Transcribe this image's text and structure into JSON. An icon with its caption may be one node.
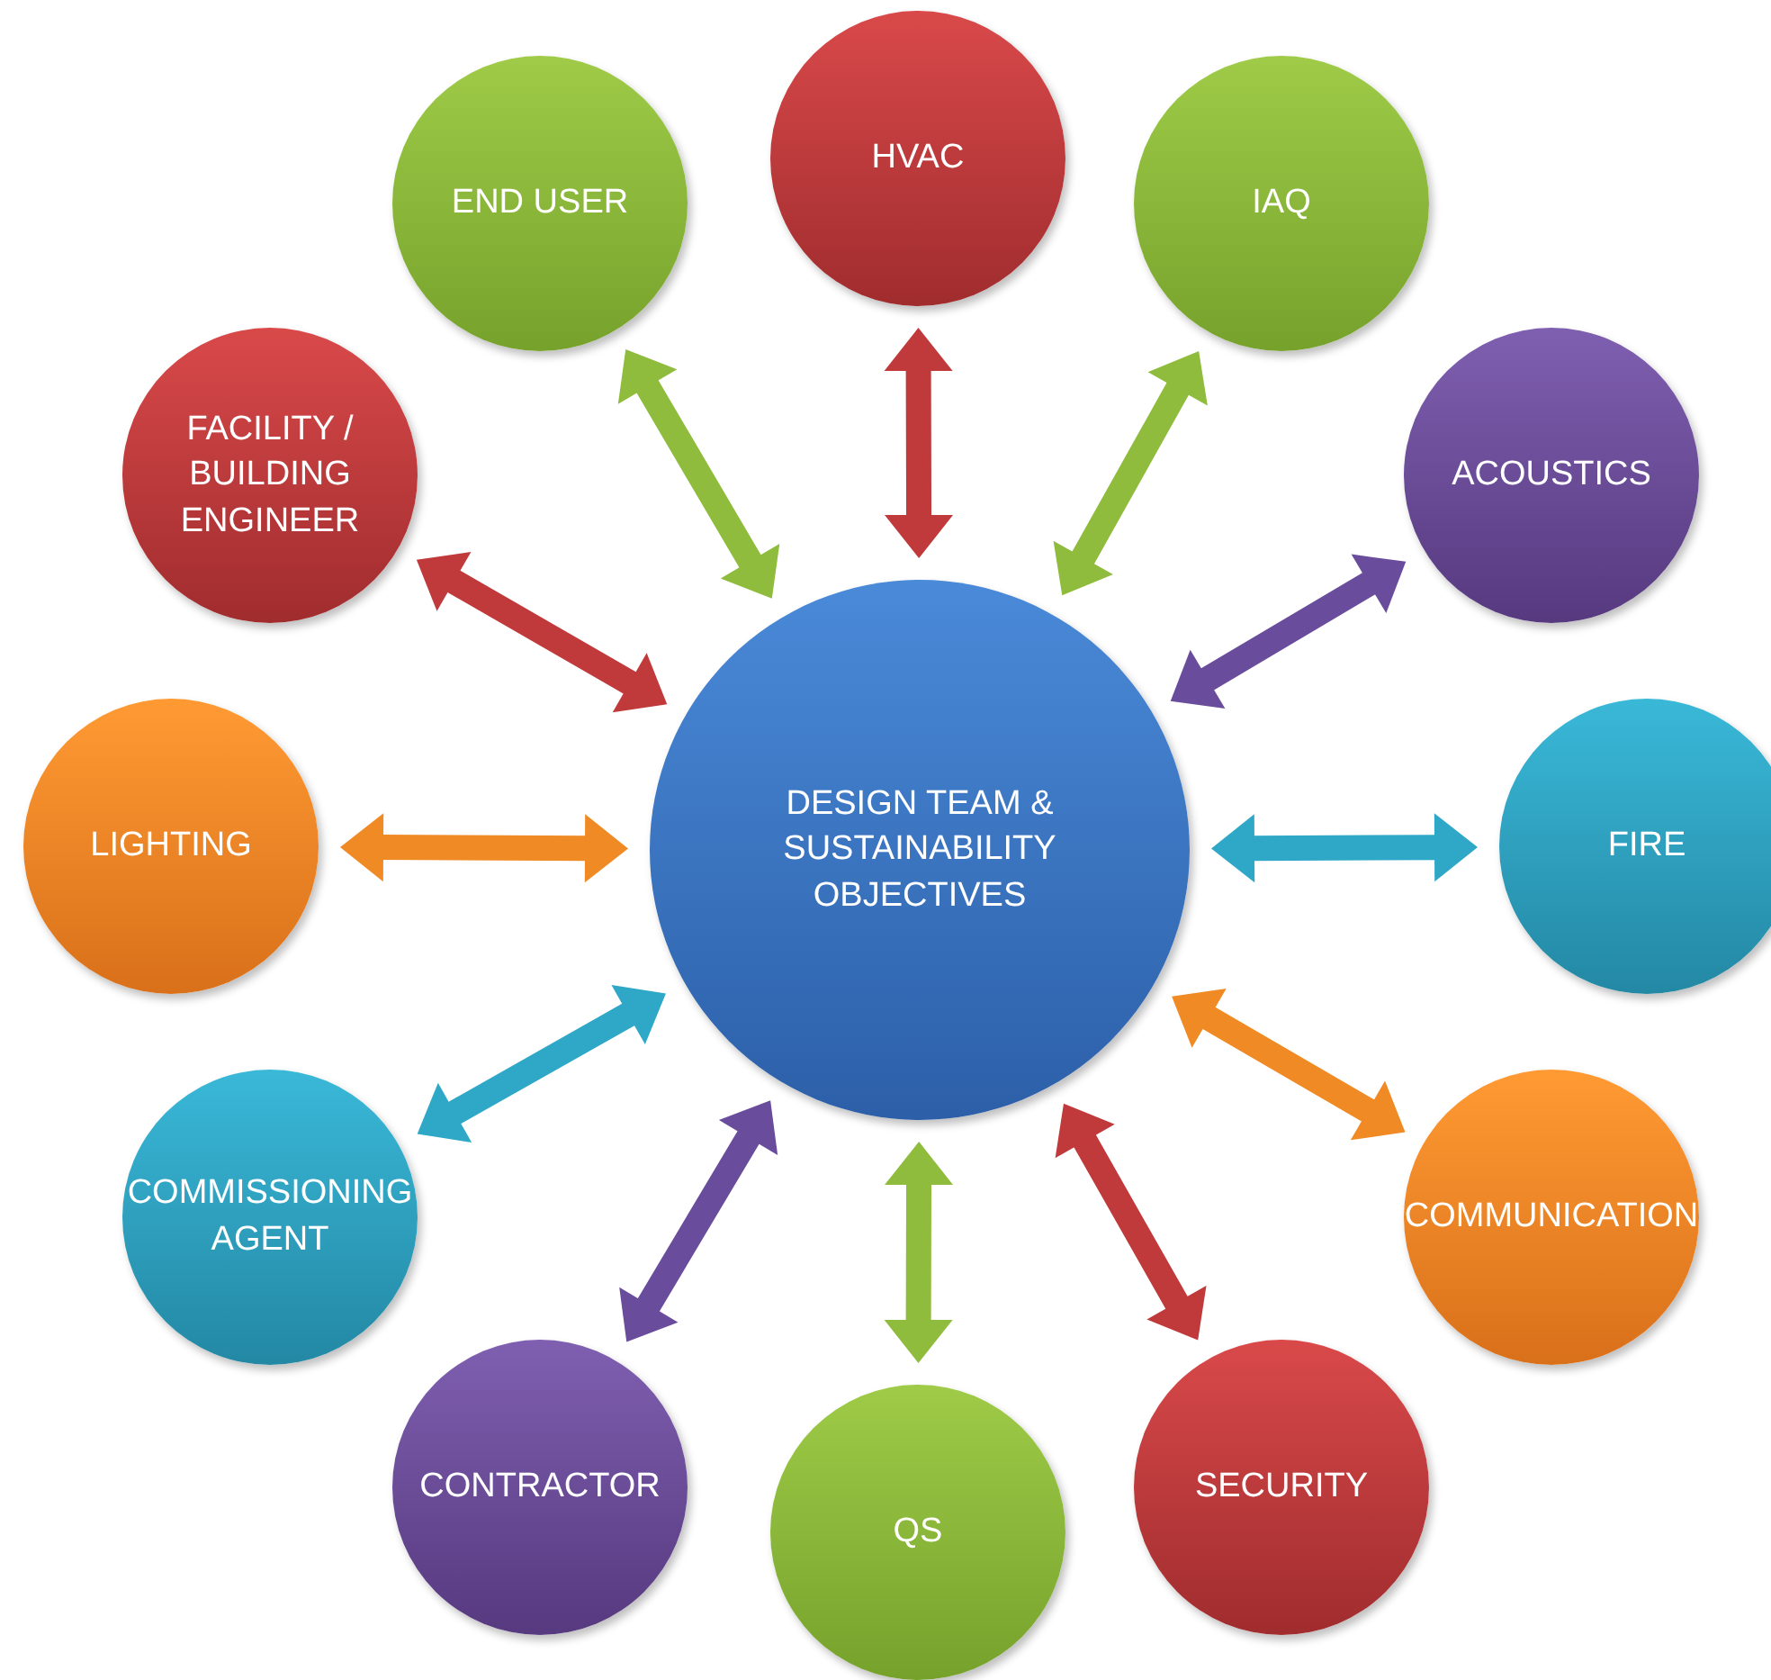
{
  "diagram": {
    "nodes": [
      {
        "text": [
          "DESIGN TEAM & SUSTAINABILITY OBJECTIVES"
        ]
      },
      {
        "text": [
          "HVAC"
        ]
      },
      {
        "text": [
          "END USER"
        ]
      },
      {
        "text": [
          "IAQ"
        ]
      },
      {
        "text": [
          "FACILITY / BUILDING ENGINEER"
        ]
      },
      {
        "text": [
          "ACOUSTICS"
        ]
      },
      {
        "text": [
          "LIGHTING"
        ]
      },
      {
        "text": [
          "FIRE"
        ]
      },
      {
        "text": [
          "COMMISSIONING AGENT"
        ]
      },
      {
        "text": [
          "COMMUNICATION"
        ]
      },
      {
        "text": [
          "CONTRACTOR"
        ]
      },
      {
        "text": [
          "SECURITY"
        ]
      },
      {
        "text": [
          "QS"
        ]
      }
    ],
    "edges": [
      {
        "from": 0,
        "to": 1,
        "arrow": "both",
        "color": "#c0393b"
      },
      {
        "from": 0,
        "to": 2,
        "arrow": "both",
        "color": "#8fbc3c"
      },
      {
        "from": 0,
        "to": 3,
        "arrow": "both",
        "color": "#8fbc3c"
      },
      {
        "from": 0,
        "to": 4,
        "arrow": "both",
        "color": "#c0393b"
      },
      {
        "from": 0,
        "to": 5,
        "arrow": "both",
        "color": "#6a4c9c"
      },
      {
        "from": 0,
        "to": 6,
        "arrow": "both",
        "color": "#f08a24"
      },
      {
        "from": 0,
        "to": 7,
        "arrow": "both",
        "color": "#2fa8c8"
      },
      {
        "from": 0,
        "to": 8,
        "arrow": "both",
        "color": "#2fa8c8"
      },
      {
        "from": 0,
        "to": 9,
        "arrow": "both",
        "color": "#f08a24"
      },
      {
        "from": 0,
        "to": 10,
        "arrow": "both",
        "color": "#6a4c9c"
      },
      {
        "from": 0,
        "to": 11,
        "arrow": "both",
        "color": "#c0393b"
      },
      {
        "from": 0,
        "to": 12,
        "arrow": "both",
        "color": "#8fbc3c"
      }
    ]
  }
}
